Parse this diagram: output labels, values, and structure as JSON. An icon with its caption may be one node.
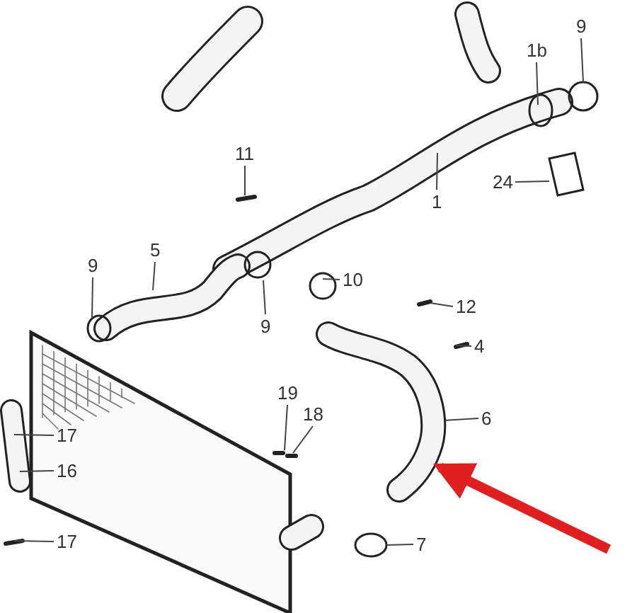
{
  "diagram": {
    "nodes": [
      {
        "text": [
          "9"
        ]
      },
      {
        "text": [
          "1b"
        ]
      },
      {
        "text": [
          "11"
        ]
      },
      {
        "text": [
          "24"
        ]
      },
      {
        "text": [
          "1"
        ]
      },
      {
        "text": [
          "5"
        ]
      },
      {
        "text": [
          "9"
        ]
      },
      {
        "text": [
          "10"
        ]
      },
      {
        "text": [
          "12"
        ]
      },
      {
        "text": [
          "9"
        ]
      },
      {
        "text": [
          "4"
        ]
      },
      {
        "text": [
          "19"
        ]
      },
      {
        "text": [
          "18"
        ]
      },
      {
        "text": [
          "6"
        ]
      },
      {
        "text": [
          "17"
        ]
      },
      {
        "text": [
          "16"
        ]
      },
      {
        "text": [
          "7"
        ]
      },
      {
        "text": [
          "17"
        ]
      },
      {
        "text": [],
        "shape": "picture"
      }
    ],
    "edges": [
      {
        "from": 0,
        "to": null,
        "arrow": "none"
      },
      {
        "from": 1,
        "to": null,
        "arrow": "none"
      },
      {
        "from": 2,
        "to": null,
        "arrow": "none"
      },
      {
        "from": 3,
        "to": null,
        "arrow": "none"
      },
      {
        "from": 4,
        "to": null,
        "arrow": "none"
      },
      {
        "from": 5,
        "to": null,
        "arrow": "none"
      },
      {
        "from": 6,
        "to": null,
        "arrow": "none"
      },
      {
        "from": 7,
        "to": null,
        "arrow": "none"
      },
      {
        "from": 8,
        "to": null,
        "arrow": "none"
      },
      {
        "from": 9,
        "to": null,
        "arrow": "none"
      },
      {
        "from": 10,
        "to": null,
        "arrow": "none"
      },
      {
        "from": 11,
        "to": null,
        "arrow": "none"
      },
      {
        "from": 12,
        "to": null,
        "arrow": "none"
      },
      {
        "from": 13,
        "to": 18,
        "arrow": "none"
      },
      {
        "from": 14,
        "to": null,
        "arrow": "none"
      },
      {
        "from": 15,
        "to": null,
        "arrow": "none"
      },
      {
        "from": 16,
        "to": null,
        "arrow": "none"
      },
      {
        "from": 17,
        "to": null,
        "arrow": "none"
      },
      {
        "from": null,
        "to": 18,
        "arrow": "to",
        "style": "thick",
        "color": "#e02020"
      }
    ]
  }
}
